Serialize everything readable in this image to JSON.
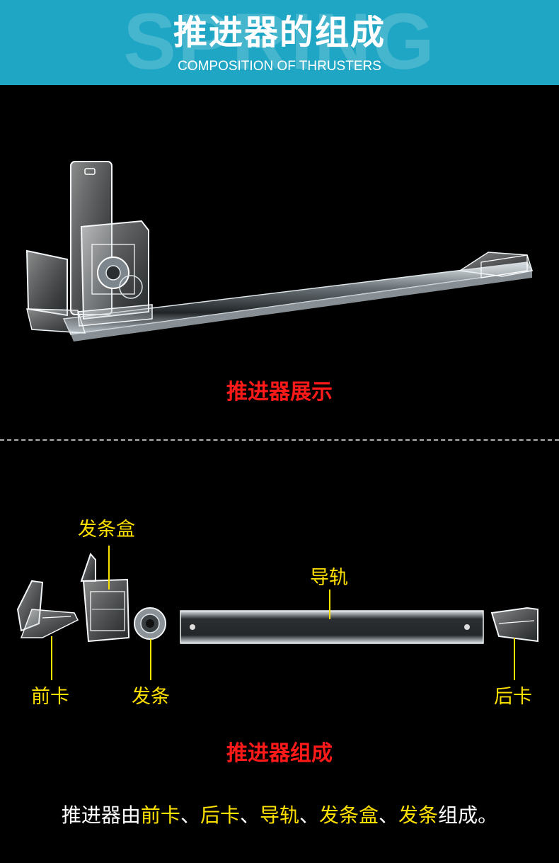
{
  "header": {
    "background_word": "SPRING",
    "title": "推进器的组成",
    "subtitle": "COMPOSITION OF THRUSTERS",
    "color": "#1ea6c4"
  },
  "display": {
    "caption": "推进器展示"
  },
  "composition": {
    "caption": "推进器组成",
    "labels": {
      "spring_box": "发条盒",
      "rail": "导轨",
      "front_clip": "前卡",
      "spring": "发条",
      "back_clip": "后卡"
    }
  },
  "footer": {
    "prefix": "推进器由",
    "part1": "前卡",
    "sep1": "、",
    "part2": "后卡",
    "sep2": "、",
    "part3": "导轨",
    "sep3": "、",
    "part4": "发条盒",
    "sep4": "、",
    "part5": "发条",
    "suffix": "组成。"
  },
  "colors": {
    "caption": "#ff1a1a",
    "label": "#ffe100",
    "text": "#ffffff"
  }
}
